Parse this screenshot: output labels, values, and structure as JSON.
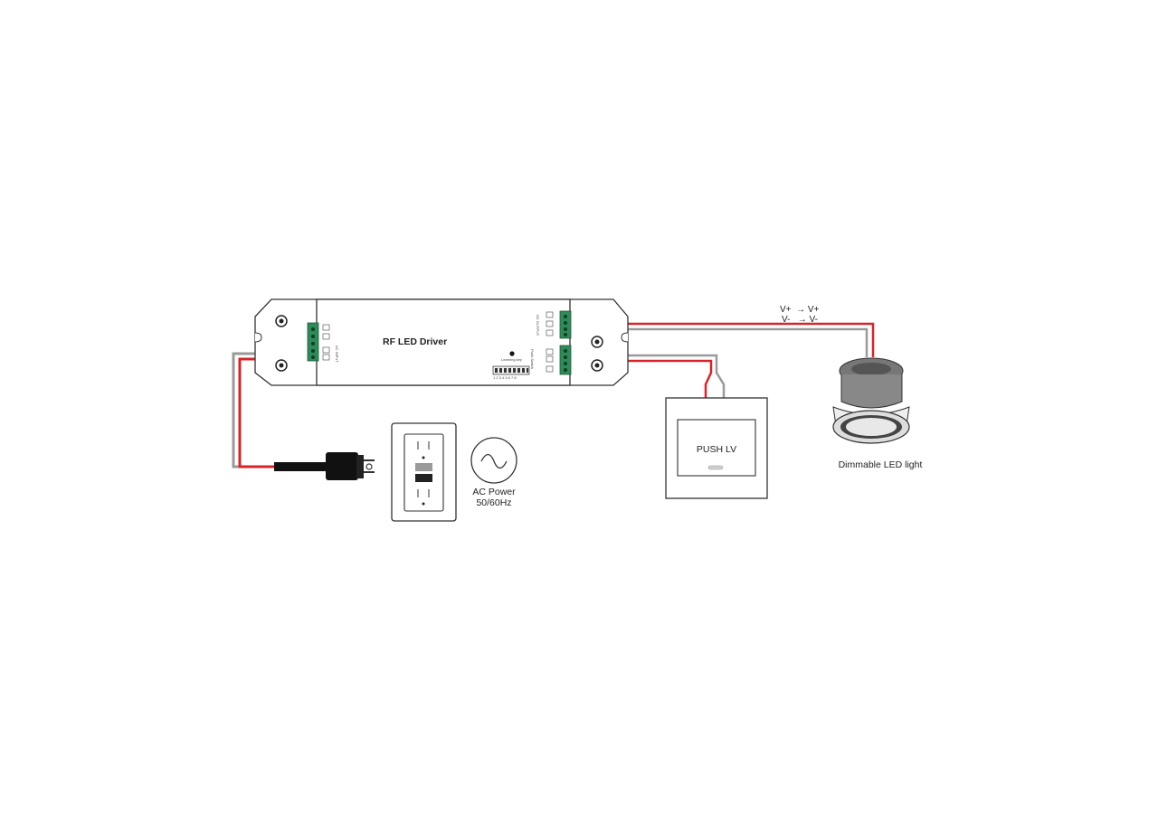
{
  "driver": {
    "title": "RF LED Driver",
    "input_label": "AC INPUT",
    "output_label": "DC OUTPUT",
    "push_label": "Push Switch",
    "learning_key": "Learning key",
    "dip_numbers": "1 2 3 4 5 6 7 8"
  },
  "signals": {
    "line1": "V+  → V+",
    "line2": "V-   → V-"
  },
  "switch": {
    "label": "PUSH LV"
  },
  "led": {
    "label": "Dimmable LED light"
  },
  "ac_power": {
    "line1": "AC Power",
    "line2": "50/60Hz"
  },
  "colors": {
    "wire_red": "#d8232a",
    "wire_gray": "#9a9a9a",
    "terminal_green": "#2e8b57",
    "outline": "#333333"
  }
}
